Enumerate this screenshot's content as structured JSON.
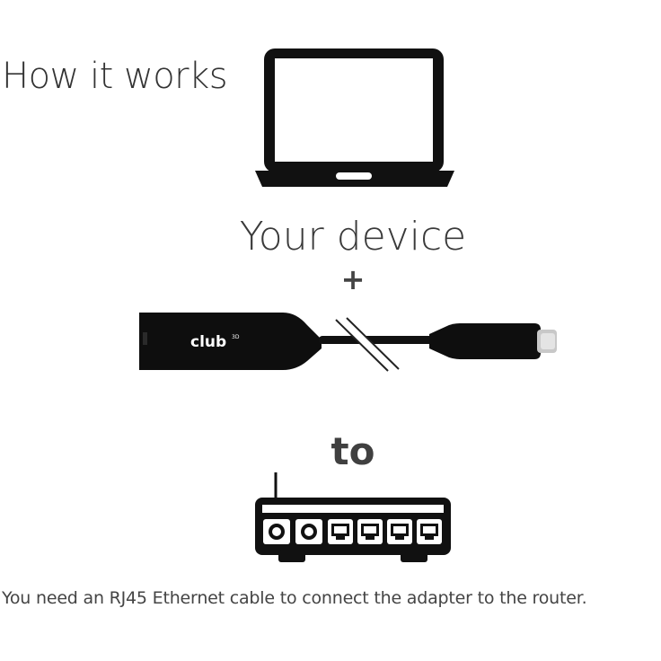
{
  "heading": "How it works",
  "device_label": "Your device",
  "plus_sign": "+",
  "connector_word": "to",
  "adapter_brand": "club",
  "caption": "You need an RJ45 Ethernet cable to connect the adapter to the router.",
  "icons": {
    "laptop": "laptop-icon",
    "adapter": "usb-c-ethernet-adapter",
    "router": "router-icon"
  },
  "colors": {
    "text": "#333333",
    "icon": "#111111",
    "background": "#ffffff"
  }
}
